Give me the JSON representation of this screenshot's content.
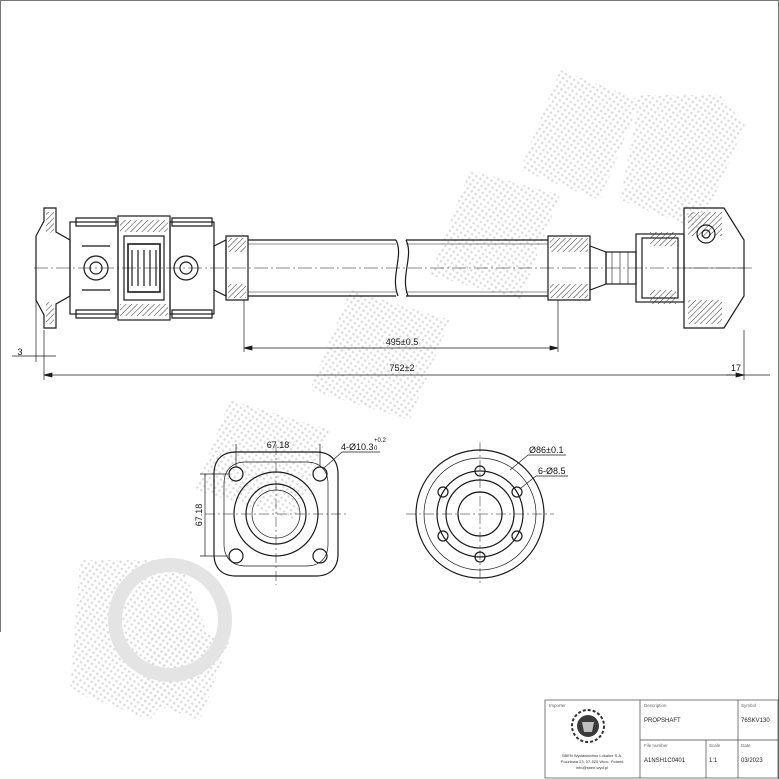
{
  "dimensions": {
    "overall_length": "752±2",
    "tube_length": "495±0.5",
    "left_offset": "3",
    "right_offset": "17",
    "flange_width": "67.18",
    "flange_height": "67.18",
    "flange_holes": "4-Ø10.3",
    "flange_holes_tol_upper": "+0.2",
    "flange_holes_tol_lower": "0",
    "pcd": "Ø86±0.1",
    "coupling_holes": "6-Ø8.5"
  },
  "title_block": {
    "importer_label": "Importer",
    "importer_text": [
      "SBEN Wydawnictwo Lokalne S.A.",
      "Pocztowa 23, 07-520 Wroc. Poland",
      "info@sben-wyd.pl"
    ],
    "description_label": "Description",
    "description_value": "PROPSHAFT",
    "symbol_label": "Symbol",
    "symbol_value": "76SKV130",
    "file_label": "File number",
    "file_value": "A1NSH1C0401",
    "scale_label": "Scale",
    "scale_value": "1:1",
    "date_label": "Date",
    "date_value": "03/2023"
  },
  "colors": {
    "line": "#1a1a1a",
    "hatch": "#333333",
    "watermark": "#d9d9d9"
  }
}
